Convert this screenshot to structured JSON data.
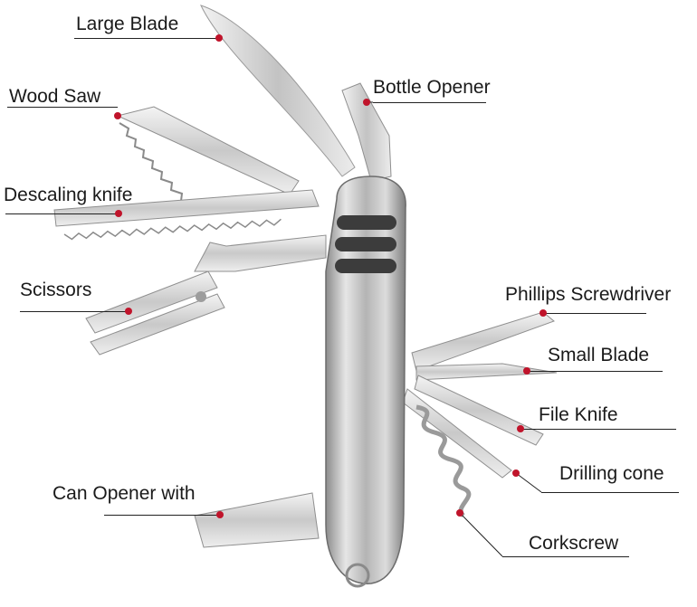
{
  "accent_dot_color": "#c0142b",
  "labels": {
    "large_blade": "Large Blade",
    "wood_saw": "Wood Saw",
    "descaling_knife": "Descaling knife",
    "scissors": "Scissors",
    "bottle_opener": "Bottle Opener",
    "phillips_screwdriver": "Phillips Screwdriver",
    "small_blade": "Small Blade",
    "file_knife": "File Knife",
    "drilling_cone": "Drilling cone",
    "can_opener": "Can Opener with",
    "corkscrew": "Corkscrew"
  }
}
